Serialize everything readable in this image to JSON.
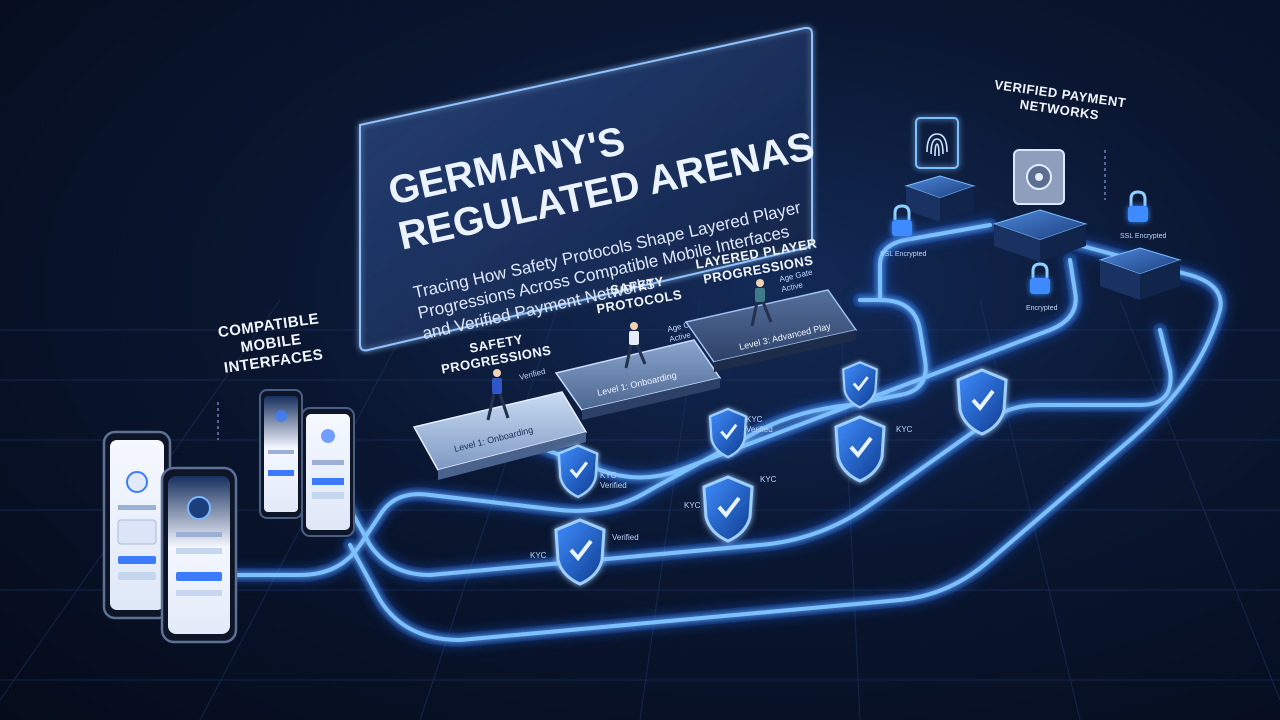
{
  "headline": {
    "title_line1": "GERMANY'S",
    "title_line2": "REGULATED ARENAS",
    "subtitle_line1": "Tracing How Safety Protocols Shape Layered Player",
    "subtitle_line2": "Progressions Across Compatible Mobile Interfaces",
    "subtitle_line3": "and Verified Payment Networks"
  },
  "labels": {
    "mobile_line1": "COMPATIBLE",
    "mobile_line2": "MOBILE",
    "mobile_line3": "INTERFACES",
    "safety_prog_line1": "SAFETY",
    "safety_prog_line2": "PROGRESSIONS",
    "safety_protocols_line1": "SAFETY",
    "safety_protocols_line2": "PROTOCOLS",
    "layered_line1": "LAYERED PLAYER",
    "layered_line2": "PROGRESSIONS",
    "payment_line1": "VERIFIED PAYMENT",
    "payment_line2": "NETWORKS"
  },
  "platforms": {
    "p1_label": "Level 1: Onboarding",
    "p2_label": "Level 1: Onboarding",
    "p3_label": "Level 3: Advanced Play",
    "p1_tag": "Verified",
    "p2_tag_line1": "Age Gate",
    "p2_tag_line2": "Active",
    "p3_tag_line1": "Age Gate",
    "p3_tag_line2": "Active"
  },
  "shields": {
    "kyc": "KYC",
    "verified": "Verified"
  },
  "nodes": {
    "ssl": "SSL Encrypted",
    "encrypted": "Encrypted"
  },
  "colors": {
    "accent": "#3d8bff",
    "glow": "#6fb2ff",
    "background": "#060d1f"
  }
}
